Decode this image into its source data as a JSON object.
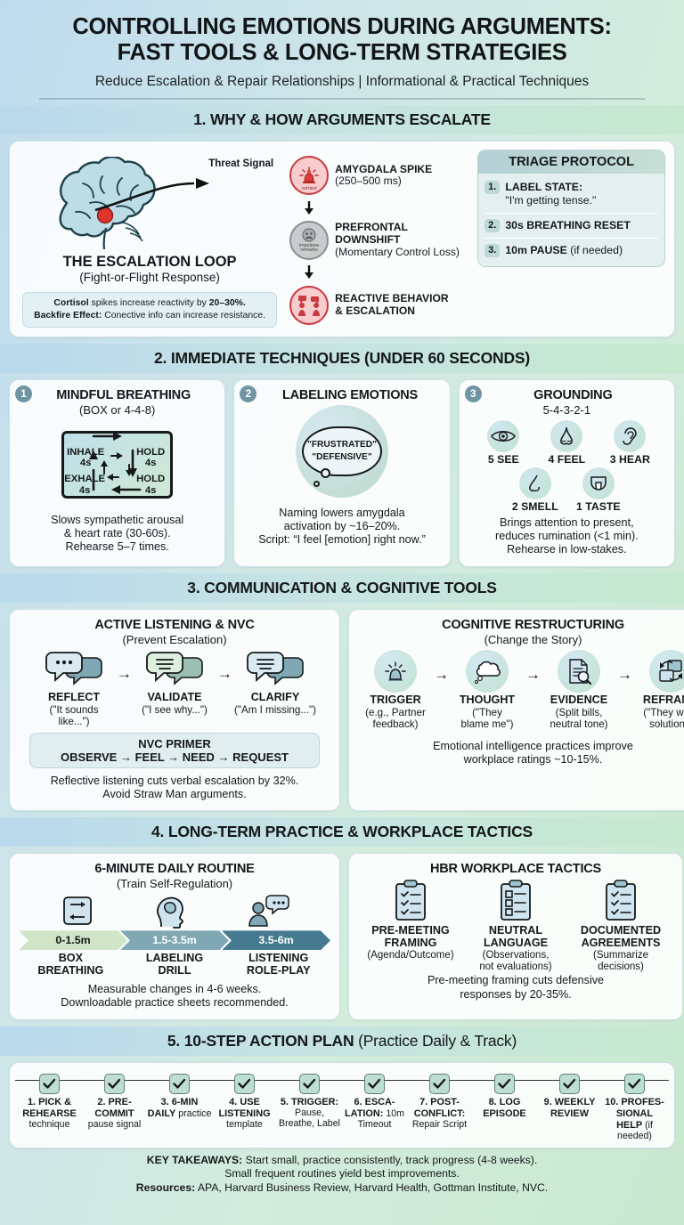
{
  "header": {
    "title_line1": "CONTROLLING EMOTIONS DURING ARGUMENTS:",
    "title_line2": "FAST TOOLS & LONG-TERM STRATEGIES",
    "subtitle": "Reduce Escalation & Repair Relationships | Informational & Practical Techniques"
  },
  "section1": {
    "band": "1. WHY & HOW ARGUMENTS ESCALATE",
    "threat_label": "Threat Signal",
    "brain_icon": "brain-icon",
    "loop_title": "THE ESCALATION LOOP",
    "loop_sub": "(Fight-or-Flight Response)",
    "stat_line1_bold": "Cortisol",
    "stat_line1_rest": " spikes increase reactivity by ",
    "stat_line1_pct": "20–30%.",
    "stat_line2_bold": "Backfire Effect:",
    "stat_line2_rest": " Conective info can increase resistance.",
    "chain": [
      {
        "icon": "alarm-siren-icon",
        "mini": "cortisol",
        "name": "AMYGDALA SPIKE",
        "note": "(250–500 ms)",
        "color": "red"
      },
      {
        "icon": "sad-face-icon",
        "mini": "impulsive remarks",
        "name": "PREFRONTAL DOWNSHIFT",
        "note": "(Momentary Control Loss)",
        "color": "grey"
      },
      {
        "icon": "arguing-people-icon",
        "mini": "",
        "name": "REACTIVE BEHAVIOR",
        "note": "& ESCALATION",
        "color": "red"
      }
    ],
    "triage": {
      "title": "TRIAGE PROTOCOL",
      "items": [
        {
          "num": "1.",
          "label": "LABEL STATE:",
          "quote": "\"I'm getting tense.\""
        },
        {
          "num": "2.",
          "label": "30s BREATHING RESET",
          "quote": ""
        },
        {
          "num": "3.",
          "label": "10m PAUSE",
          "quote": "(if needed)"
        }
      ]
    }
  },
  "section2": {
    "band": "2. IMMEDIATE TECHNIQUES (UNDER 60 SECONDS)",
    "cards": [
      {
        "num": "1",
        "title": "MINDFUL BREATHING",
        "sub": "(BOX or 4-4-8)",
        "box": {
          "inhale": "INHALE",
          "inhale_t": "4s",
          "hold1": "HOLD",
          "hold1_t": "4s",
          "exhale": "EXHALE",
          "exhale_t": "4s",
          "hold2": "HOLD",
          "hold2_t": "4s"
        },
        "foot": "Slows sympathetic arousal\n& heart rate (30-60s).\nRehearse 5–7 times."
      },
      {
        "num": "2",
        "title": "LABELING EMOTIONS",
        "sub": "",
        "bubble_line1": "\"FRUSTRATED\"",
        "bubble_line2": "\"DEFENSIVE\"",
        "foot": "Naming lowers amygdala\nactivation by ~16–20%.\nScript: “I feel [emotion] right now.”"
      },
      {
        "num": "3",
        "title": "GROUNDING",
        "sub": "5-4-3-2-1",
        "senses_row1": [
          {
            "icon": "eye-icon",
            "label": "5 SEE"
          },
          {
            "icon": "nose-icon",
            "label": "4 FEEL"
          },
          {
            "icon": "ear-icon",
            "label": "3 HEAR"
          }
        ],
        "senses_row2": [
          {
            "icon": "nose-icon",
            "label": "2 SMELL"
          },
          {
            "icon": "tongue-icon",
            "label": "1 TASTE"
          }
        ],
        "foot": "Brings attention to present,\nreduces rumination (<1 min).\nRehearse in low-stakes."
      }
    ]
  },
  "section3": {
    "band": "3. COMMUNICATION & COGNITIVE TOOLS",
    "left": {
      "title": "ACTIVE LISTENING & NVC",
      "sub": "(Prevent Escalation)",
      "steps": [
        {
          "icon": "speech-bubbles-dots-icon",
          "name": "REFLECT",
          "note": "(\"It sounds like...\")"
        },
        {
          "icon": "speech-bubbles-lines-icon",
          "name": "VALIDATE",
          "note": "(\"I see why...\")"
        },
        {
          "icon": "speech-bubbles-lines-icon",
          "name": "CLARIFY",
          "note": "(\"Am I missing...\")"
        }
      ],
      "arrow": "→",
      "nvc_title": "NVC PRIMER",
      "nvc_steps": "OBSERVE → FEEL → NEED → REQUEST",
      "foot": "Reflective listening cuts verbal escalation by 32%.\nAvoid Straw Man arguments."
    },
    "right": {
      "title": "COGNITIVE RESTRUCTURING",
      "sub": "(Change the Story)",
      "steps": [
        {
          "icon": "alarm-siren-icon",
          "name": "TRIGGER",
          "note": "(e.g., Partner\nfeedback)"
        },
        {
          "icon": "thought-cloud-icon",
          "name": "THOUGHT",
          "note": "(\"They\nblame me\")"
        },
        {
          "icon": "document-magnifier-icon",
          "name": "EVIDENCE",
          "note": "(Split bills,\nneutral tone)"
        },
        {
          "icon": "reframe-swap-icon",
          "name": "REFRAME",
          "note": "(\"They want\nsolution\")"
        }
      ],
      "arrow": "→",
      "foot": "Emotional intelligence practices improve\nworkplace ratings ~10-15%."
    }
  },
  "section4": {
    "band": "4. LONG-TERM PRACTICE & WORKPLACE TACTICS",
    "left": {
      "title": "6-MINUTE DAILY ROUTINE",
      "sub": "(Train Self-Regulation)",
      "phases": [
        {
          "icon": "box-loop-icon",
          "time": "0-1.5m",
          "label": "BOX\nBREATHING"
        },
        {
          "icon": "head-brain-icon",
          "time": "1.5-3.5m",
          "label": "LABELING\nDRILL"
        },
        {
          "icon": "person-speech-icon",
          "time": "3.5-6m",
          "label": "LISTENING\nROLE-PLAY"
        }
      ],
      "foot": "Measurable changes in 4-6 weeks.\nDownloadable practice sheets recommended."
    },
    "right": {
      "title": "HBR WORKPLACE TACTICS",
      "tactics": [
        {
          "icon": "clipboard-check-icon",
          "name": "PRE-MEETING\nFRAMING",
          "note": "(Agenda/Outcome)"
        },
        {
          "icon": "clipboard-checkbox-icon",
          "name": "NEUTRAL\nLANGUAGE",
          "note": "(Observations,\nnot evaluations)"
        },
        {
          "icon": "clipboard-check-icon",
          "name": "DOCUMENTED\nAGREEMENTS",
          "note": "(Summarize\ndecisions)"
        }
      ],
      "foot": "Pre-meeting framing cuts defensive\nresponses by 20-35%."
    }
  },
  "section5": {
    "band_bold": "5. 10-STEP ACTION PLAN",
    "band_light": " (Practice Daily & Track)",
    "steps": [
      {
        "icon": "check-icon",
        "num": "1.",
        "bold": "PICK & REHEARSE",
        "rest": "technique"
      },
      {
        "icon": "check-icon",
        "num": "2.",
        "bold": "PRE-COMMIT",
        "rest": "pause signal"
      },
      {
        "icon": "check-icon",
        "num": "3.",
        "bold": "6-MIN DAILY",
        "rest": "practice"
      },
      {
        "icon": "check-icon",
        "num": "4.",
        "bold": "USE LISTENING",
        "rest": "template"
      },
      {
        "icon": "check-icon",
        "num": "5.",
        "bold": "TRIGGER:",
        "rest": "Pause, Breathe, Label"
      },
      {
        "icon": "check-icon",
        "num": "6.",
        "bold": "ESCA-LATION:",
        "rest": "10m Timeout"
      },
      {
        "icon": "check-icon",
        "num": "7.",
        "bold": "POST-CONFLICT:",
        "rest": "Repair Script"
      },
      {
        "icon": "check-icon",
        "num": "8.",
        "bold": "LOG EPISODE",
        "rest": ""
      },
      {
        "icon": "check-icon",
        "num": "9.",
        "bold": "WEEKLY REVIEW",
        "rest": ""
      },
      {
        "icon": "check-icon",
        "num": "10.",
        "bold": "PROFES-SIONAL HELP",
        "rest": "(if needed)"
      }
    ]
  },
  "footer": {
    "takeaways_bold": "KEY TAKEAWAYS:",
    "takeaways_rest": " Start small, practice consistently, track progress (4-8 weeks).",
    "takeaways_line2": "Small frequent routines yield best improvements.",
    "resources_bold": "Resources:",
    "resources_rest": " APA, Harvard Business Review, Harvard Health, Gottman Institute, NVC."
  }
}
